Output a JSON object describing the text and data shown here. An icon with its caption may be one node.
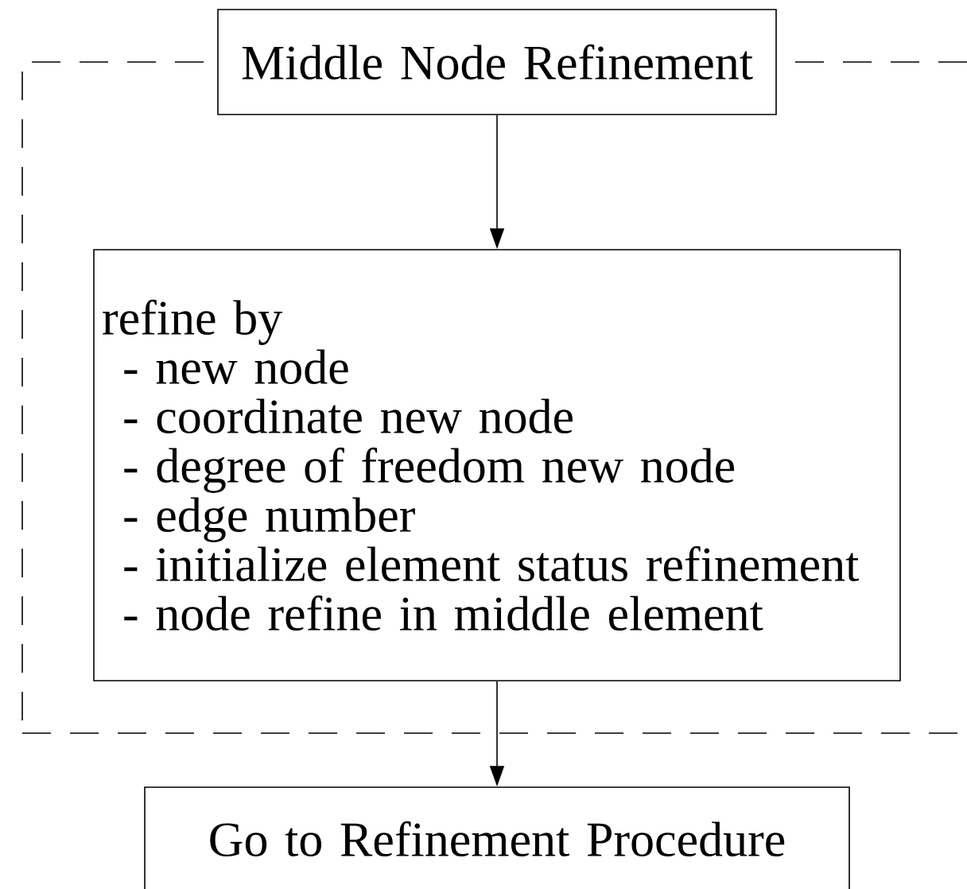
{
  "diagram": {
    "nodes": [
      {
        "text": [
          "Middle Node Refinement"
        ]
      },
      {
        "text": [],
        "shape": "box"
      },
      {
        "text": [
          "refine by",
          "- new node",
          "- coordinate new node",
          "- degree of freedom new node",
          "- edge number",
          "- initialize element status refinement",
          "- node refine in middle element"
        ],
        "in": 1
      },
      {
        "text": [
          "Go to Refinement  Procedure"
        ]
      }
    ],
    "edges": [
      {
        "from": 0,
        "to": 2,
        "arrow": "to"
      },
      {
        "from": 2,
        "to": 3,
        "arrow": "to"
      }
    ]
  }
}
